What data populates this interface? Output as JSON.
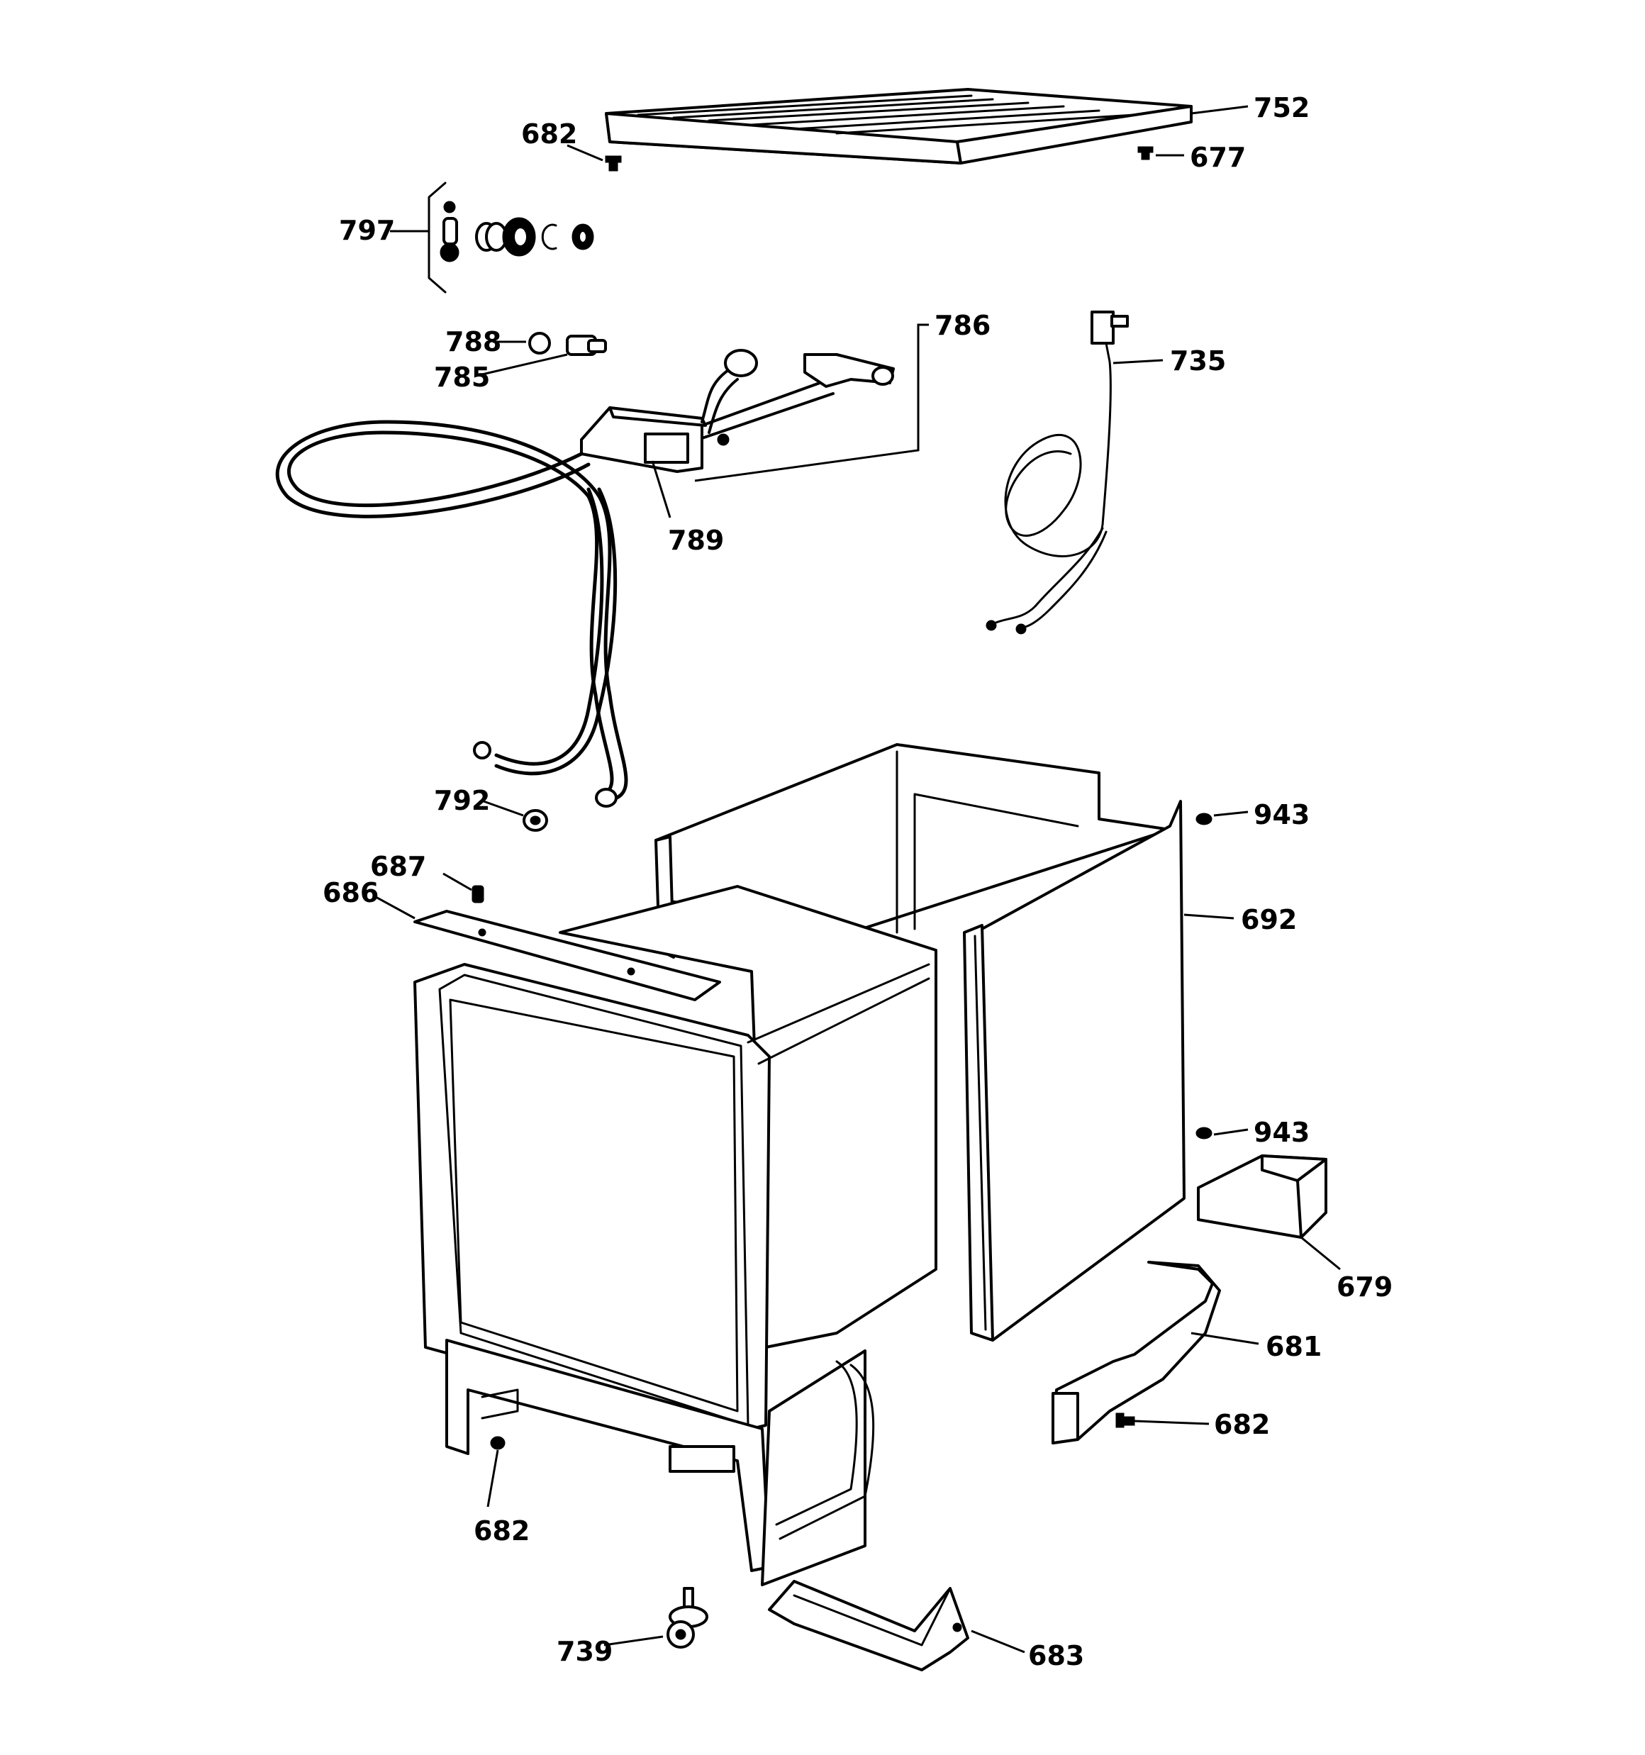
{
  "diagram": {
    "colors": {
      "line": "#000000",
      "background": "#ffffff"
    },
    "callouts": {
      "c752": "752",
      "c682_top": "682",
      "c677": "677",
      "c797": "797",
      "c788": "788",
      "c785": "785",
      "c786": "786",
      "c735": "735",
      "c789": "789",
      "c792": "792",
      "c687": "687",
      "c686": "686",
      "c943_top": "943",
      "c692": "692",
      "c943_bottom": "943",
      "c679": "679",
      "c681": "681",
      "c682_right": "682",
      "c682_bottom": "682",
      "c739": "739",
      "c683": "683"
    }
  }
}
